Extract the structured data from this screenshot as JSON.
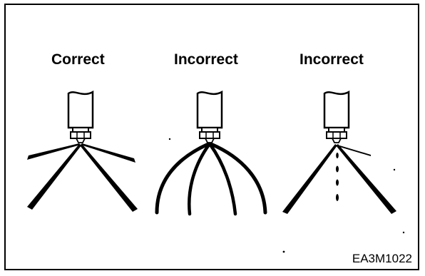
{
  "panels": [
    {
      "label": "Correct",
      "pattern": "even-fine-mist"
    },
    {
      "label": "Incorrect",
      "pattern": "bent-curved-streams"
    },
    {
      "label": "Incorrect",
      "pattern": "dribbling-droplets"
    }
  ],
  "figure_code": "EA3M1022",
  "colors": {
    "ink": "#000000",
    "background": "#ffffff"
  }
}
